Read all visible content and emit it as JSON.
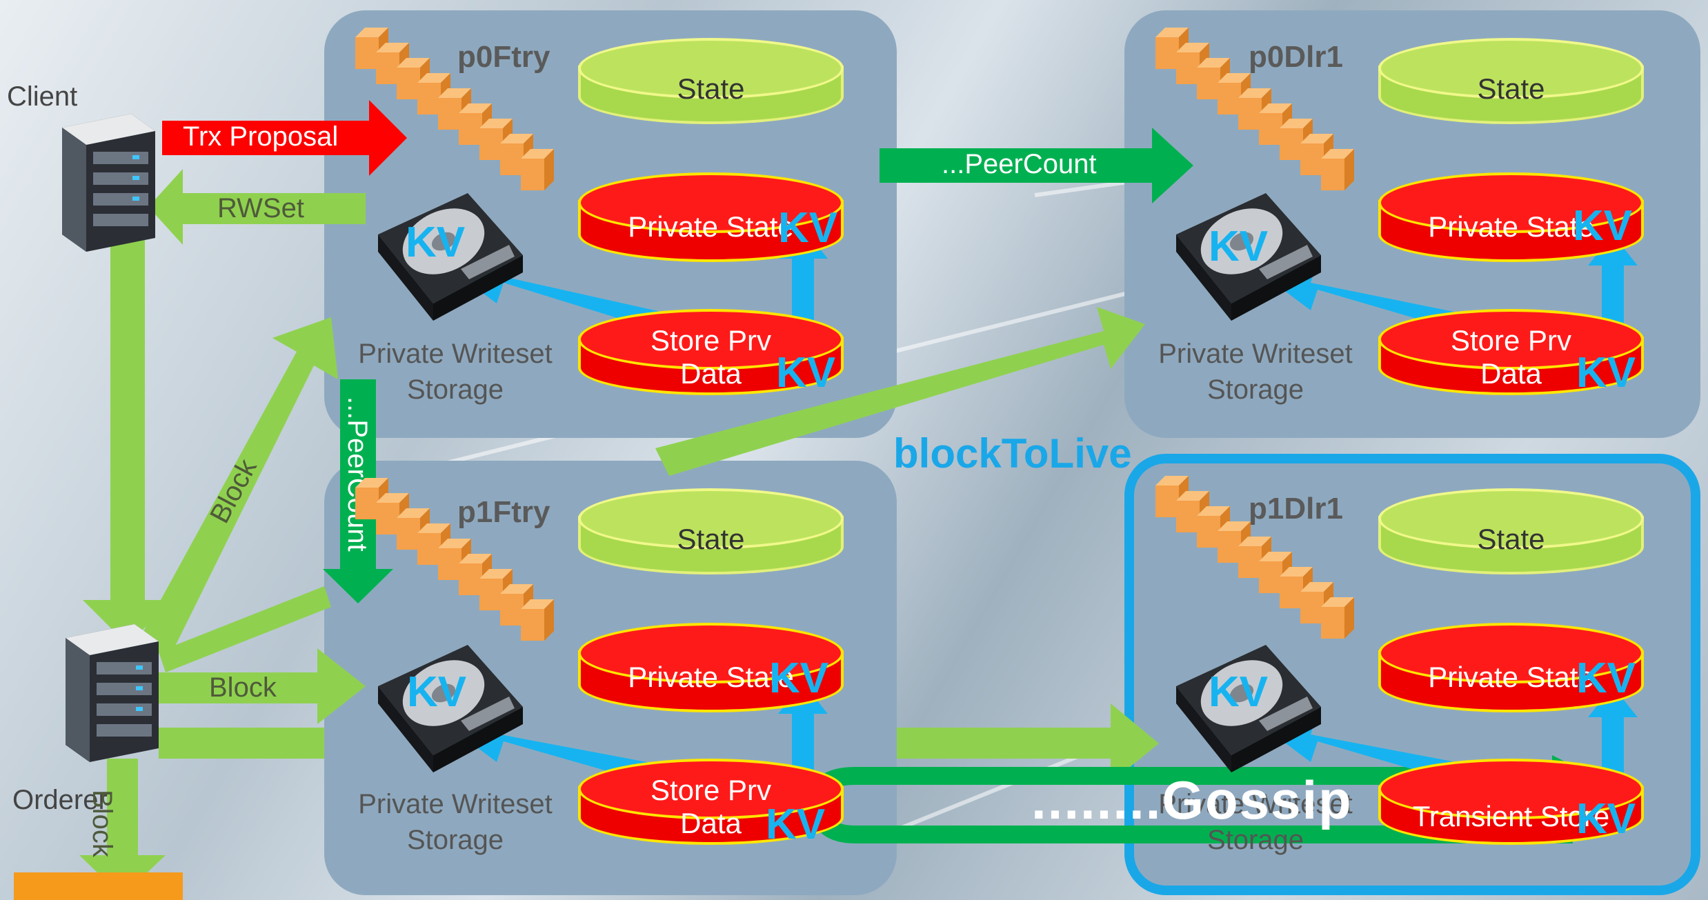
{
  "labels": {
    "client": "Client",
    "orderer": "Orderer",
    "trx_proposal": "Trx Proposal",
    "rwset": "RWSet",
    "block_diag": "Block",
    "block_horiz": "Block",
    "block_vert": "Block",
    "peercount_h": "...PeerCount",
    "peercount_v": "...PeerCount",
    "block_to_live": "blockToLive",
    "gossip": "........Gossip"
  },
  "peers": [
    {
      "name": "p0Ftry",
      "state": "State",
      "private_state": "Private State",
      "store": "Store Prv",
      "store2": "Data",
      "storage1": "Private Writeset",
      "storage2": "Storage",
      "kv": "KV"
    },
    {
      "name": "p0Dlr1",
      "state": "State",
      "private_state": "Private State",
      "store": "Store Prv",
      "store2": "Data",
      "storage1": "Private Writeset",
      "storage2": "Storage",
      "kv": "KV"
    },
    {
      "name": "p1Ftry",
      "state": "State",
      "private_state": "Private State",
      "store": "Store Prv",
      "store2": "Data",
      "storage1": "Private Writeset",
      "storage2": "Storage",
      "kv": "KV"
    },
    {
      "name": "p1Dlr1",
      "state": "State",
      "private_state": "Private State",
      "transient": "Transient Store",
      "storage1": "Private Writeset",
      "storage2": "Storage",
      "kv": "KV"
    }
  ],
  "colors": {
    "green_arrow": "#8fd14f",
    "dark_green": "#00b050",
    "red_arrow": "#ff0000",
    "kv_blue": "#17b3f0",
    "peer_box": "#8ea9bf",
    "ledger_orange": "#f5a04a"
  }
}
